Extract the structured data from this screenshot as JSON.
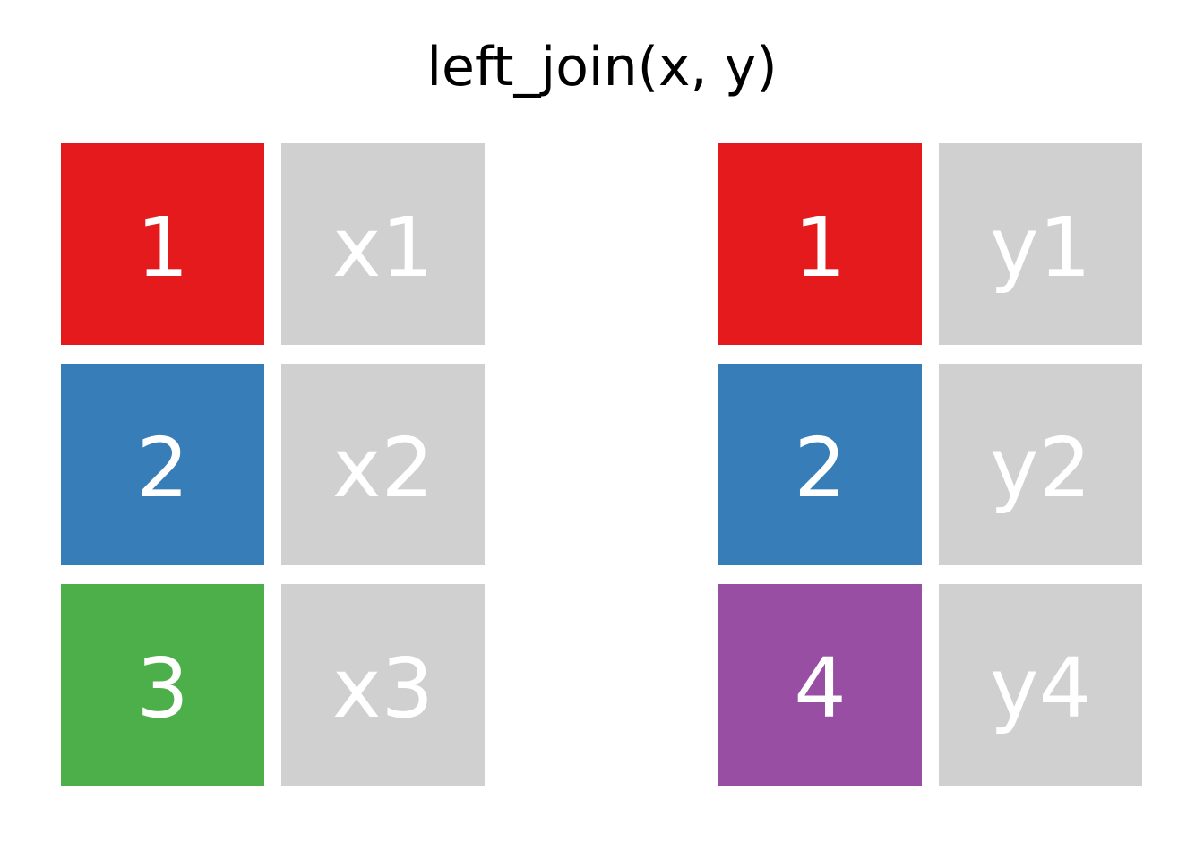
{
  "title": "left_join(x, y)",
  "colors": {
    "background": "#ffffff",
    "title_text": "#000000",
    "cell_text": "#ffffff",
    "value_bg": "#d0d0d0",
    "key_red": "#e41a1c",
    "key_blue": "#377eb8",
    "key_green": "#4daf4a",
    "key_purple": "#984ea3"
  },
  "tables": {
    "x": {
      "name": "x",
      "rows": [
        {
          "key": "1",
          "value": "x1",
          "key_color": "#e41a1c"
        },
        {
          "key": "2",
          "value": "x2",
          "key_color": "#377eb8"
        },
        {
          "key": "3",
          "value": "x3",
          "key_color": "#4daf4a"
        }
      ]
    },
    "y": {
      "name": "y",
      "rows": [
        {
          "key": "1",
          "value": "y1",
          "key_color": "#e41a1c"
        },
        {
          "key": "2",
          "value": "y2",
          "key_color": "#377eb8"
        },
        {
          "key": "4",
          "value": "y4",
          "key_color": "#984ea3"
        }
      ]
    }
  }
}
